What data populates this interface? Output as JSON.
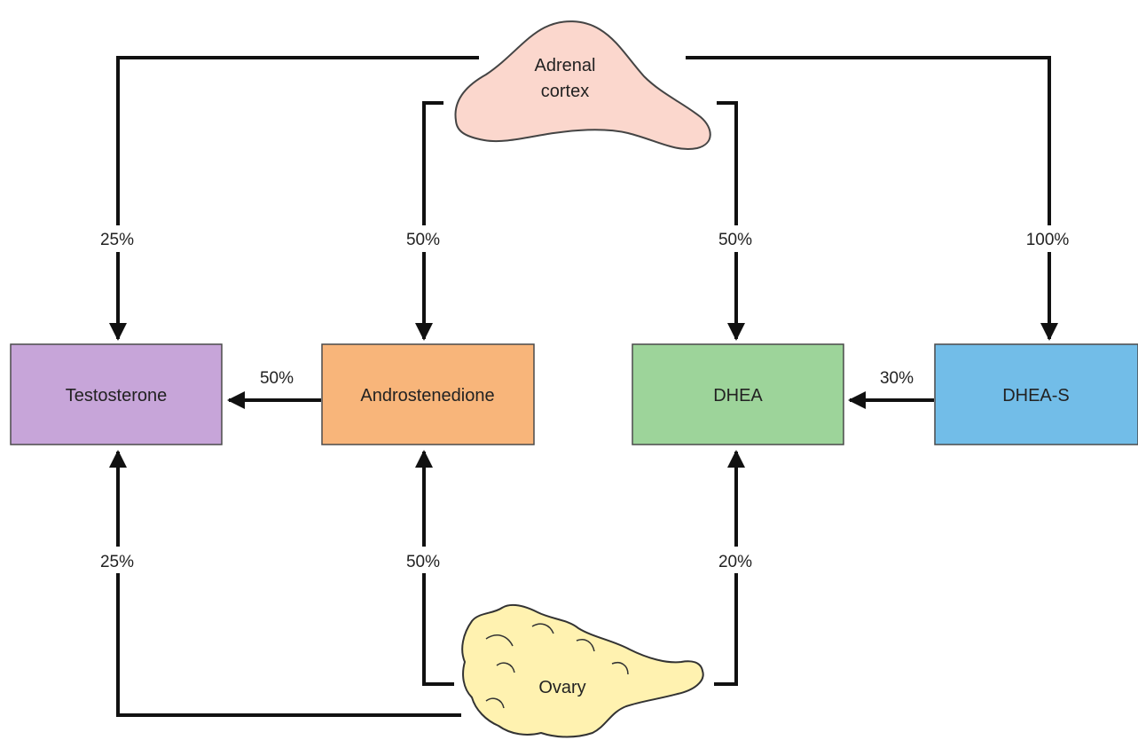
{
  "sources": {
    "adrenal": {
      "line1": "Adrenal",
      "line2": "cortex",
      "fill": "#fbd7cd",
      "stroke": "#444444"
    },
    "ovary": {
      "label": "Ovary",
      "fill": "#fff2b0",
      "stroke": "#333333"
    }
  },
  "hormones": {
    "testosterone": {
      "label": "Testosterone",
      "color": "#c7a5d9"
    },
    "androstenedione": {
      "label": "Androstenedione",
      "color": "#f8b57a"
    },
    "dhea": {
      "label": "DHEA",
      "color": "#9dd49a"
    },
    "dheas": {
      "label": "DHEA-S",
      "color": "#72bde8"
    }
  },
  "flows": {
    "adrenal_to_testosterone": "25%",
    "adrenal_to_androstenedione": "50%",
    "adrenal_to_dhea": "50%",
    "adrenal_to_dheas": "100%",
    "androstenedione_to_testosterone": "50%",
    "dheas_to_dhea": "30%",
    "ovary_to_testosterone": "25%",
    "ovary_to_androstenedione": "50%",
    "ovary_to_dhea": "20%"
  }
}
